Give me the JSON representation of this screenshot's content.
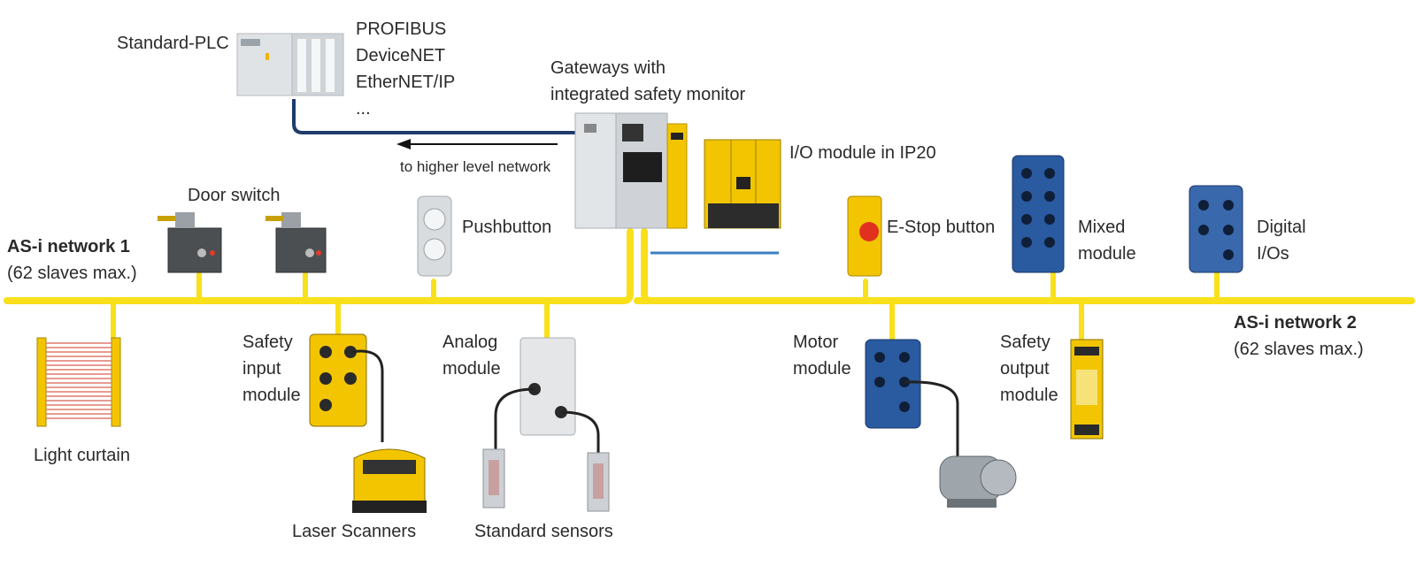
{
  "colors": {
    "bus": "#f9e01b",
    "uplink": "#1f3b6b",
    "module_blue": "#2a5aa0",
    "module_yellow": "#f2c500",
    "device_grey": "#c8ccd0"
  },
  "plc": {
    "title": "Standard-PLC",
    "protocols": [
      "PROFIBUS",
      "DeviceNET",
      "EtherNET/IP",
      "..."
    ]
  },
  "gateway": {
    "line1": "Gateways with",
    "line2": "integrated safety monitor"
  },
  "uplink": {
    "label": "to higher level network"
  },
  "network1": {
    "name": "AS-i network 1",
    "capacity": "(62 slaves max.)"
  },
  "network2": {
    "name": "AS-i network 2",
    "capacity": "(62 slaves max.)"
  },
  "devices": {
    "door_switch": "Door switch",
    "pushbutton": "Pushbutton",
    "io_ip20": "I/O module in IP20",
    "estop": "E-Stop button",
    "mixed": [
      "Mixed",
      "module"
    ],
    "digital": [
      "Digital",
      "I/Os"
    ],
    "light_curtain": "Light curtain",
    "safety_input": [
      "Safety",
      "input",
      "module"
    ],
    "laser": "Laser Scanners",
    "analog": [
      "Analog",
      "module"
    ],
    "sensors": "Standard sensors",
    "motor_module": [
      "Motor",
      "module"
    ],
    "safety_output": [
      "Safety",
      "output",
      "module"
    ]
  }
}
